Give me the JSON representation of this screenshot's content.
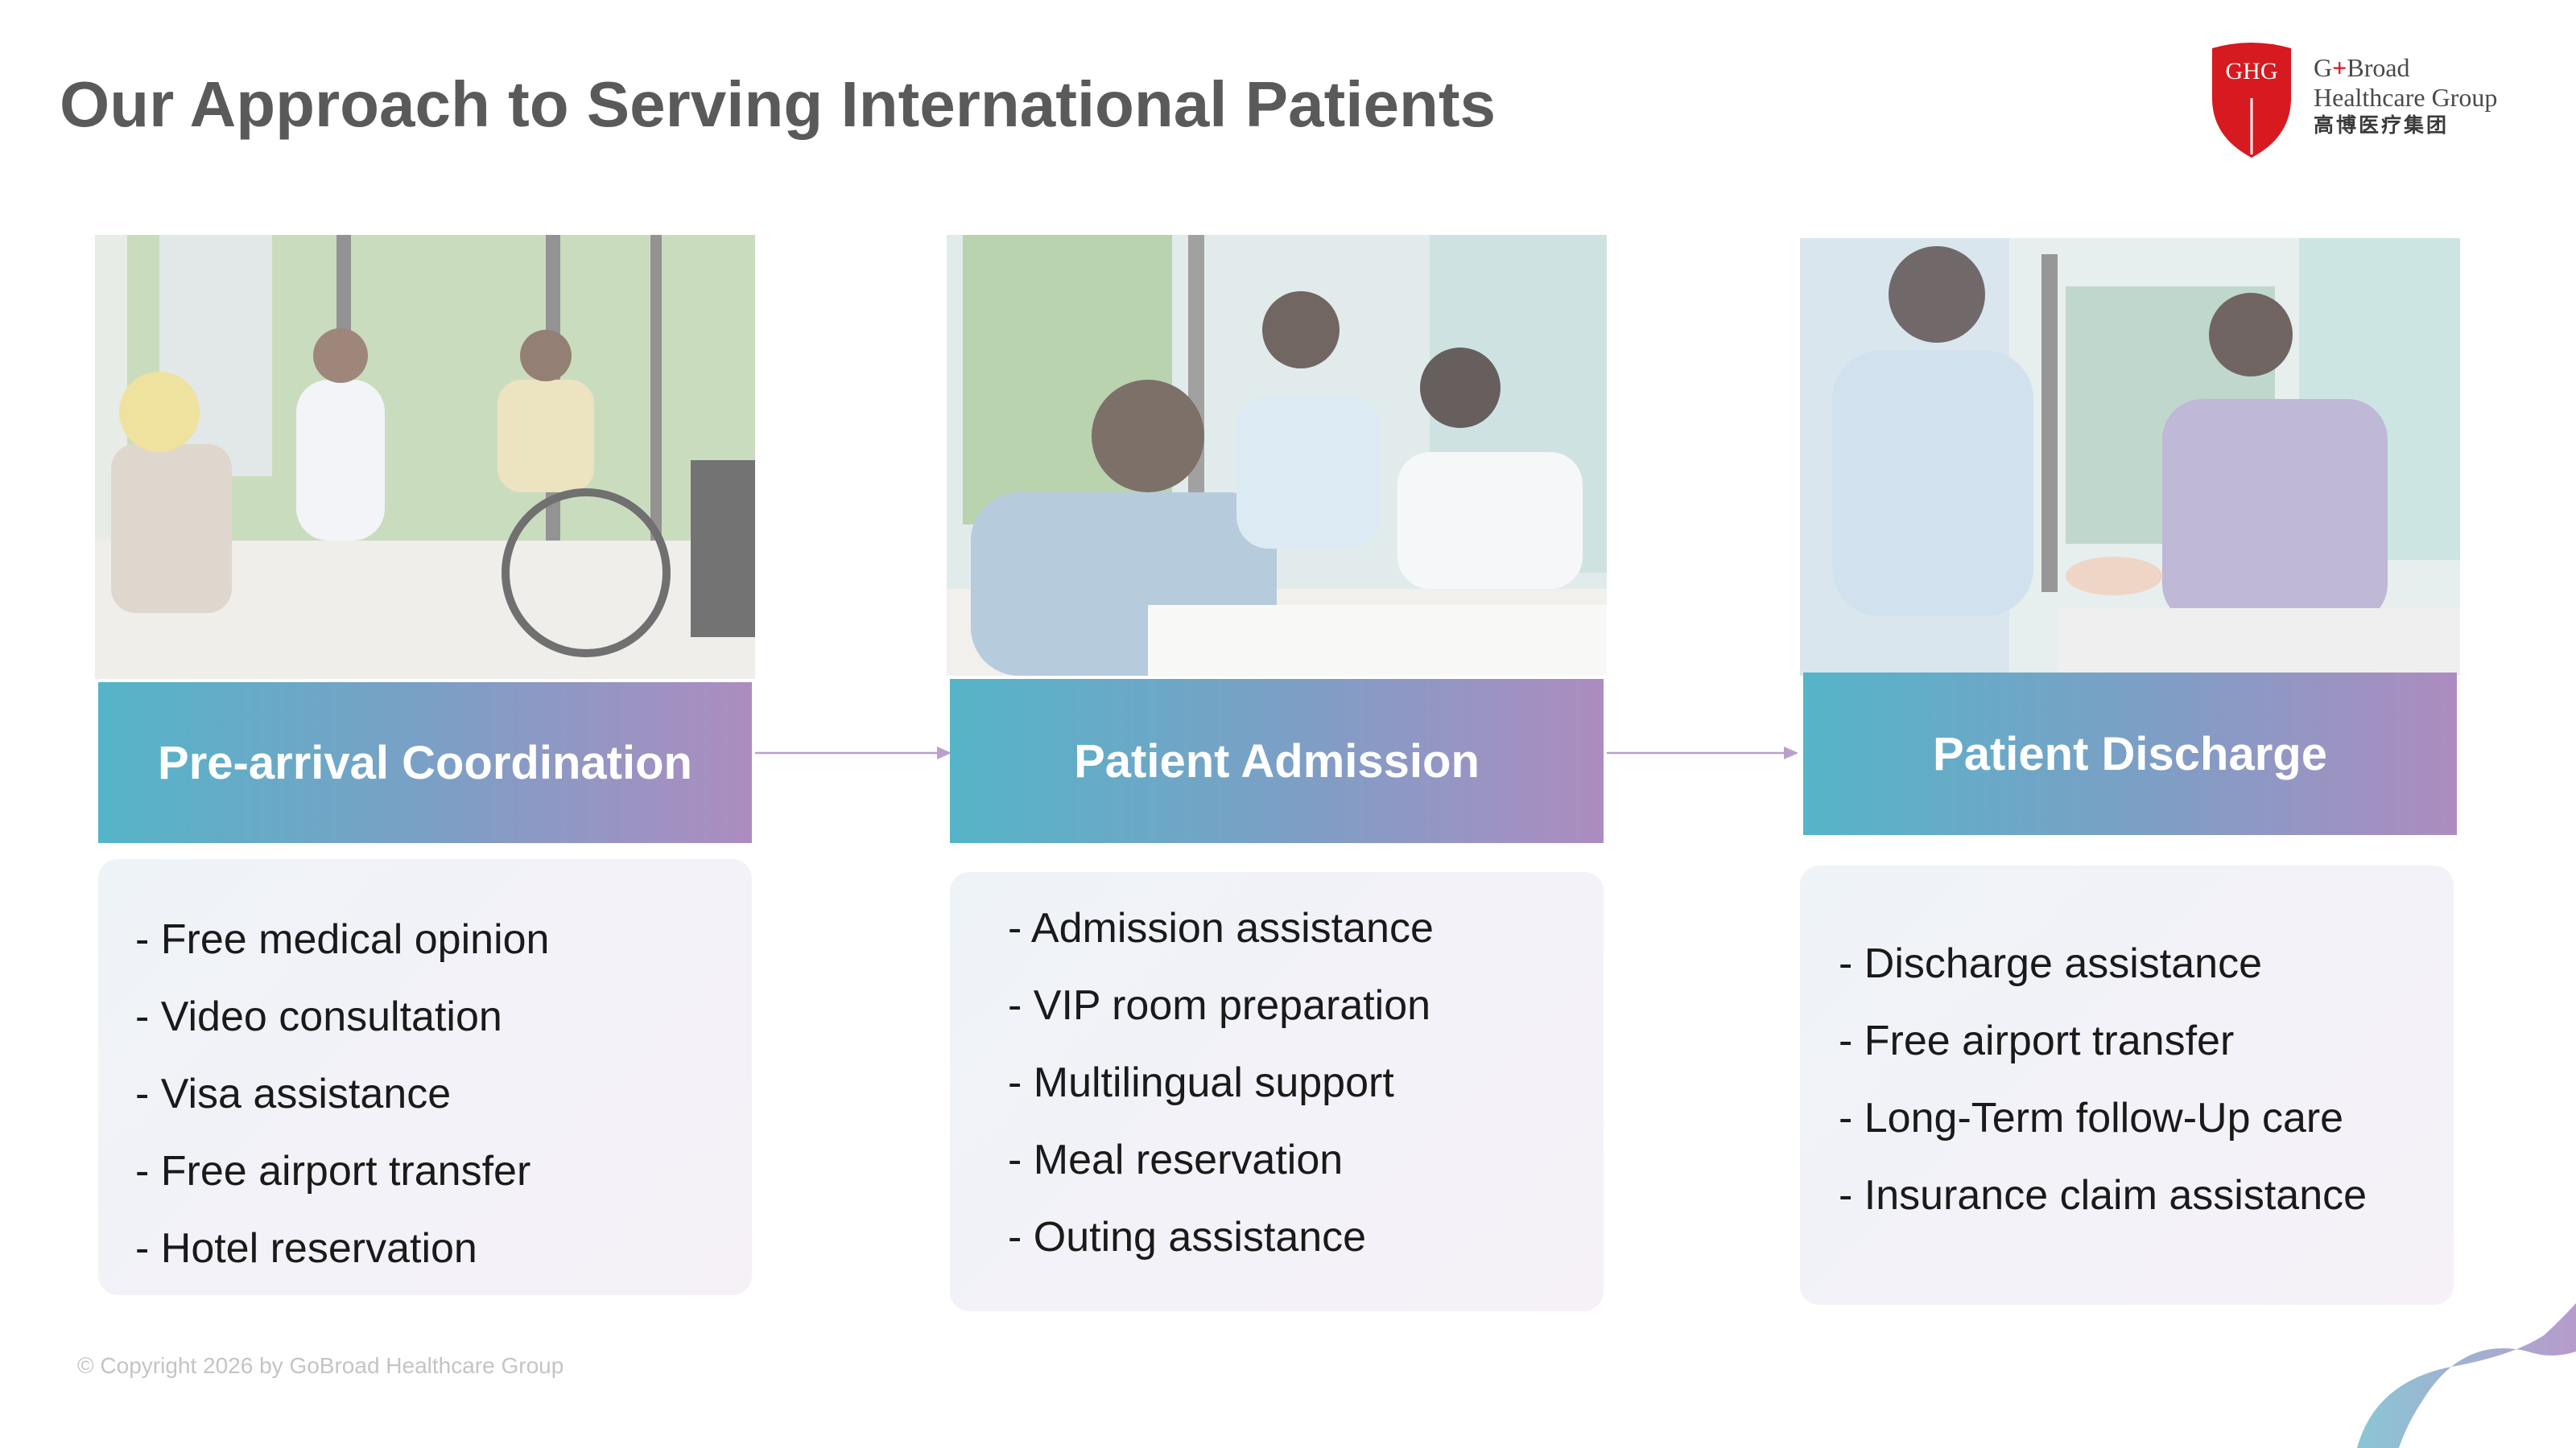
{
  "page": {
    "title": "Our Approach to Serving International Patients",
    "copyright": "© Copyright 2026 by GoBroad Healthcare Group"
  },
  "logo": {
    "badge": "GHG",
    "name_prefix": "G",
    "name_plus": "+",
    "name_suffix": "Broad",
    "line2": "Healthcare Group",
    "line3": "高博医疗集团",
    "brand_color": "#d71920"
  },
  "stages": [
    {
      "title": "Pre-arrival Coordination",
      "photo_icon": "nurse-with-wheelchair-patient-photo",
      "items": [
        "- Free medical opinion",
        "- Video consultation",
        "- Visa assistance",
        "- Free airport transfer",
        "- Hotel reservation"
      ]
    },
    {
      "title": "Patient Admission",
      "photo_icon": "admission-desk-consultation-photo",
      "items": [
        "- Admission assistance",
        "- VIP room preparation",
        "- Multilingual support",
        "- Meal reservation",
        "- Outing assistance"
      ]
    },
    {
      "title": "Patient Discharge",
      "photo_icon": "discharge-handshake-photo",
      "items": [
        "- Discharge assistance",
        "- Free airport transfer",
        "- Long-Term follow-Up care",
        "- Insurance claim assistance"
      ]
    }
  ],
  "colors": {
    "gradient_start": "#55b4c8",
    "gradient_end": "#ad8cc0",
    "arrow": "#b9a0cc",
    "title_text": "#5a5a5a"
  }
}
